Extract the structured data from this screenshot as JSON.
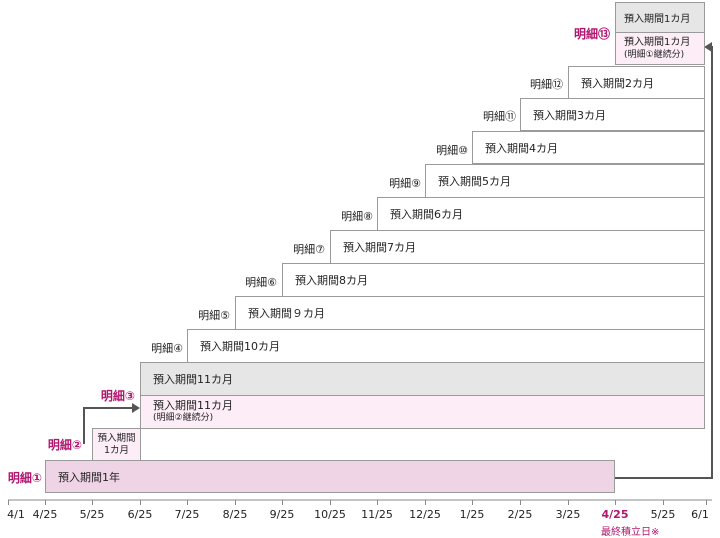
{
  "rows": [
    {
      "label": "明細⑬",
      "box_top": "預入期間1カ月",
      "box_text": "預入期間1カ月",
      "box_sub": "(明細①継続分)"
    },
    {
      "label": "明細⑫",
      "box_text": "預入期間2カ月"
    },
    {
      "label": "明細⑪",
      "box_text": "預入期間3カ月"
    },
    {
      "label": "明細⑩",
      "box_text": "預入期間4カ月"
    },
    {
      "label": "明細⑨",
      "box_text": "預入期間5カ月"
    },
    {
      "label": "明細⑧",
      "box_text": "預入期間6カ月"
    },
    {
      "label": "明細⑦",
      "box_text": "預入期間7カ月"
    },
    {
      "label": "明細⑥",
      "box_text": "預入期間8カ月"
    },
    {
      "label": "明細⑤",
      "box_text": "預入期間９カ月"
    },
    {
      "label": "明細④",
      "box_text": "預入期間10カ月"
    },
    {
      "label": "明細③",
      "box_top": "預入期間11カ月",
      "box_text": "預入期間11カ月",
      "box_sub": "(明細②継続分)"
    },
    {
      "label": "明細②",
      "box_text": "預入期間",
      "box_sub": "1カ月"
    },
    {
      "label": "明細①",
      "box_text": "預入期間1年"
    }
  ],
  "axis": {
    "ticks": [
      "4/1",
      "4/25",
      "5/25",
      "6/25",
      "7/25",
      "8/25",
      "9/25",
      "10/25",
      "11/25",
      "12/25",
      "1/25",
      "2/25",
      "3/25",
      "4/25",
      "5/25",
      "6/1"
    ],
    "note": "最終積立日※"
  },
  "colors": {
    "accent": "#b0166f",
    "pink": "#efd4e6",
    "light_pink": "#fcedf6",
    "gray": "#e6e6e6"
  }
}
